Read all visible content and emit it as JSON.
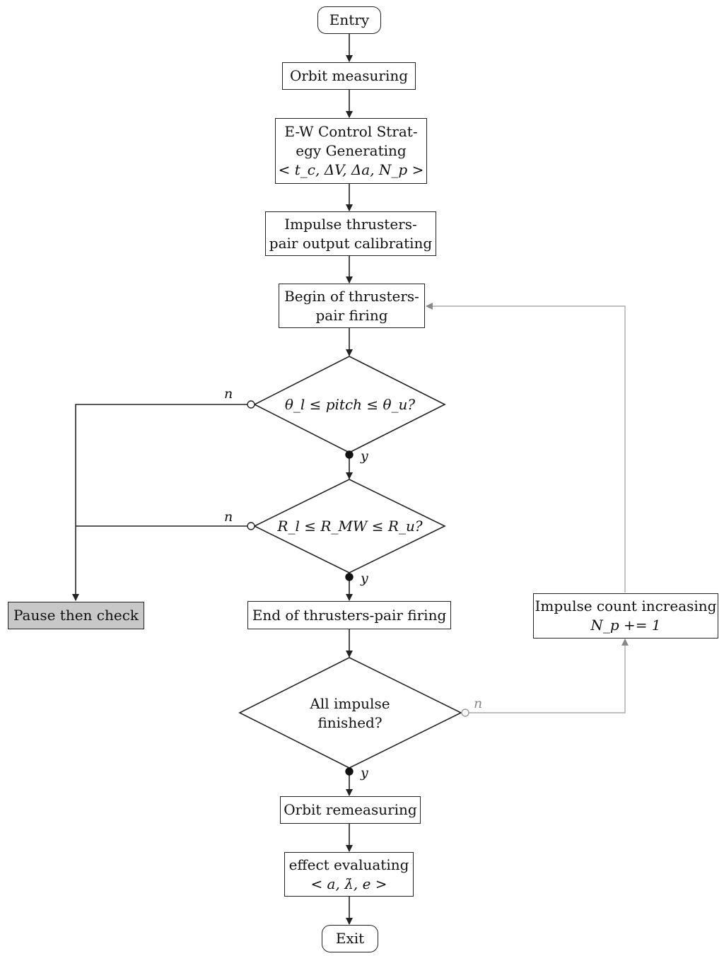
{
  "nodes": {
    "entry": "Entry",
    "orbit_measuring": "Orbit measuring",
    "strategy": {
      "line1": "E-W Control Strat-",
      "line2": "egy Generating",
      "line3": "< t_c, ΔV, Δa, N_p >"
    },
    "calibrating": {
      "line1": "Impulse thrusters-",
      "line2": "pair output calibrating"
    },
    "begin_firing": {
      "line1": "Begin of thrusters-",
      "line2": "pair firing"
    },
    "pitch_check": "θ_l ≤ pitch ≤ θ_u?",
    "rmw_check": "R_l ≤ R_MW ≤ R_u?",
    "pause": "Pause then check",
    "end_firing": "End of thrusters-pair firing",
    "all_finished": {
      "line1": "All impulse",
      "line2": "finished?"
    },
    "impulse_count": {
      "line1": "Impulse count increasing",
      "line2": "N_p += 1"
    },
    "remeasuring": "Orbit remeasuring",
    "evaluating": {
      "line1": "effect evaluating",
      "line2": "< a, λ̇, e >"
    },
    "exit": "Exit"
  },
  "edge_labels": {
    "pitch_no": "n",
    "pitch_yes": "y",
    "rmw_no": "n",
    "rmw_yes": "y",
    "finished_no": "n",
    "finished_yes": "y"
  },
  "colors": {
    "line": "#222222",
    "loop_line": "#aaaaaa",
    "pause_fill": "#c8c8c8"
  }
}
